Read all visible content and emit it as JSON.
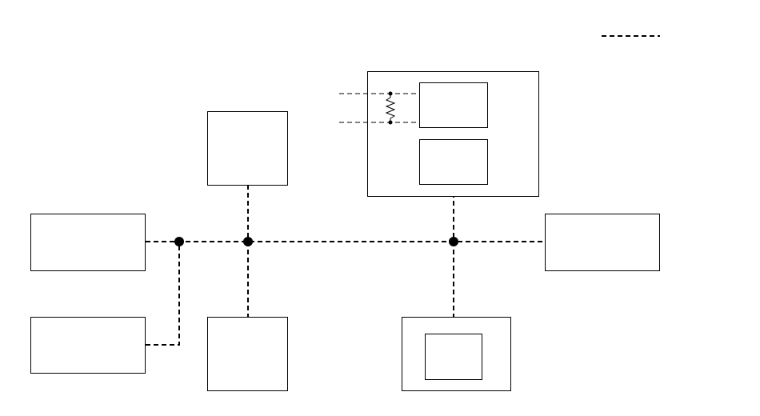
{
  "diagram": {
    "legend": {
      "line_style": "dashed",
      "label": ""
    },
    "nodes": [
      {
        "id": "left-top-box",
        "label": ""
      },
      {
        "id": "left-bottom-box",
        "label": ""
      },
      {
        "id": "center-top-box",
        "label": ""
      },
      {
        "id": "center-bottom-box",
        "label": ""
      },
      {
        "id": "top-right-container",
        "label": ""
      },
      {
        "id": "top-right-inner-upper-box",
        "label": ""
      },
      {
        "id": "top-right-inner-lower-box",
        "label": ""
      },
      {
        "id": "right-box",
        "label": ""
      },
      {
        "id": "bottom-right-outer-box",
        "label": ""
      },
      {
        "id": "bottom-right-inner-box",
        "label": ""
      }
    ],
    "connections": [
      {
        "from": "left-top-box",
        "to": "bus",
        "style": "dashed"
      },
      {
        "from": "left-bottom-box",
        "to": "bus",
        "style": "dashed"
      },
      {
        "from": "center-top-box",
        "to": "bus",
        "style": "dashed"
      },
      {
        "from": "center-bottom-box",
        "to": "bus",
        "style": "dashed"
      },
      {
        "from": "top-right-inner-lower-box",
        "to": "bus",
        "style": "dashed"
      },
      {
        "from": "bottom-right-inner-box",
        "to": "bus",
        "style": "dashed"
      },
      {
        "from": "bus",
        "to": "right-box",
        "style": "dashed"
      }
    ],
    "components": {
      "resistor": "resistor-icon"
    },
    "colors": {
      "line": "#000000",
      "background": "#ffffff"
    }
  }
}
